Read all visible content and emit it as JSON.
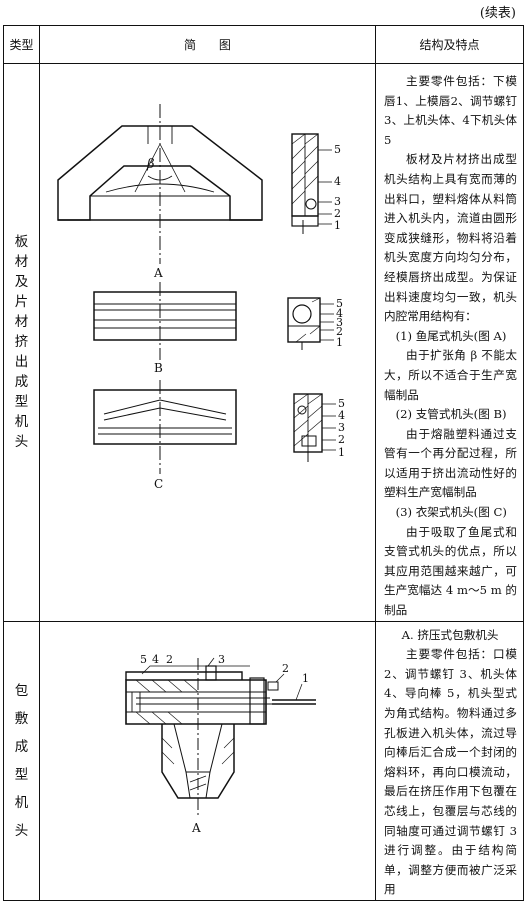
{
  "continued": "(续表)",
  "headers": [
    "类型",
    "简      图",
    "结构及特点"
  ],
  "rows": [
    {
      "type": "板材及片材挤出成型机头",
      "figure_labels": {
        "a": [
          "5",
          "4",
          "3",
          "2",
          "1"
        ],
        "b": [
          "5",
          "4",
          "3",
          "2",
          "1"
        ],
        "c": [
          "5",
          "4",
          "3",
          "2",
          "1"
        ],
        "beta": "β",
        "cap_a": "A",
        "cap_b": "B",
        "cap_c": "C"
      },
      "paragraphs": [
        "主要零件包括：下模唇1、上模唇2、调节螺钉3、上机头体、4下机头体5",
        "板材及片材挤出成型机头结构上具有宽而薄的出料口，塑料熔体从料筒进入机头内，流道由圆形变成狭缝形，物料将沿着机头宽度方向均匀分布，经模唇挤出成型。为保证出料速度均匀一致，机头内腔常用结构有：",
        "(1) 鱼尾式机头(图 A)",
        "由于扩张角 β 不能太大，所以不适合于生产宽幅制品",
        "(2) 支管式机头(图 B)",
        "由于熔融塑料通过支管有一个再分配过程，所以适用于挤出流动性好的塑料生产宽幅制品",
        "(3) 衣架式机头(图 C)",
        "由于吸取了鱼尾式和支管式机头的优点，所以其应用范围越来越广，可生产宽幅达 4 m～5 m 的制品"
      ]
    },
    {
      "type": "包敷成型机头",
      "figure_labels": {
        "top": [
          "5",
          "4",
          "2",
          "3"
        ],
        "side": [
          "2",
          "1"
        ],
        "cap": "A"
      },
      "paragraphs": [
        "A. 挤压式包敷机头",
        "主要零件包括：口模2、调节螺钉 3、机头体 4、导向棒 5，机头型式为角式结构。物料通过多孔板进入机头体，流过导向棒后汇合成一个封闭的熔料环，再向口模流动，最后在挤压作用下包覆在芯线上，包覆层与芯线的同轴度可通过调节螺钉 3 进行调整。由于结构简单，调整方便而被广泛采用"
      ]
    }
  ]
}
